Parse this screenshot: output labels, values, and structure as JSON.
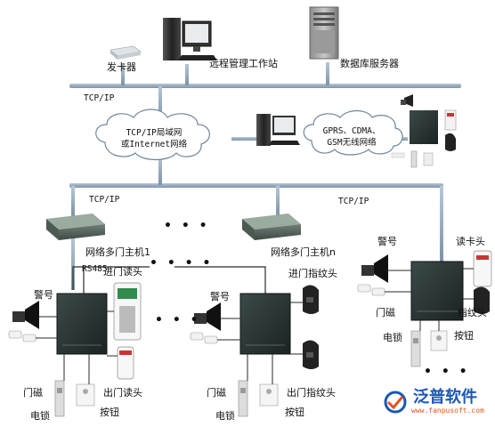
{
  "labels": {
    "card_issuer": "发卡器",
    "remote_workstation": "远程管理工作站",
    "db_server": "数据库服务器",
    "tcpip_top": "TCP/IP",
    "tcpip_mid_left": "TCP/IP",
    "tcpip_mid_right": "TCP/IP",
    "rs485": "RS485",
    "host1": "网络多门主机1",
    "hostn": "网络多门主机n",
    "alarm_left": "警号",
    "alarm_mid": "警号",
    "alarm_right": "警号",
    "entry_reader_left": "进门读头",
    "exit_reader_left": "出门读头",
    "entry_fp_mid": "进门指纹头",
    "exit_fp_mid": "出门指纹头",
    "reader_right": "读卡头",
    "fp_right": "指纹头",
    "door_contact_left": "门磁",
    "door_contact_mid": "门磁",
    "door_contact_right": "门磁",
    "lock_left": "电锁",
    "lock_mid": "电锁",
    "lock_right": "电锁",
    "button_left": "按钮",
    "button_mid": "按钮",
    "button_right": "按钮"
  },
  "clouds": {
    "lan_line1": "TCP/IP局域网",
    "lan_line2": "或Internet网络",
    "wireless_line1": "GPRS、CDMA、",
    "wireless_line2": "GSM无线网络"
  },
  "ellipsis": {
    "hosts": "• • •",
    "rs485_bus": "• • • •",
    "controllers": "• • •",
    "right_lock": "• • •"
  },
  "logo": {
    "name": "泛普软件",
    "url": "www.fanpusoft.com"
  },
  "colors": {
    "bus": "#8fa3b8",
    "wire": "#2a2a2a",
    "logo_blue": "#1b57b5",
    "logo_orange": "#e2531e"
  }
}
